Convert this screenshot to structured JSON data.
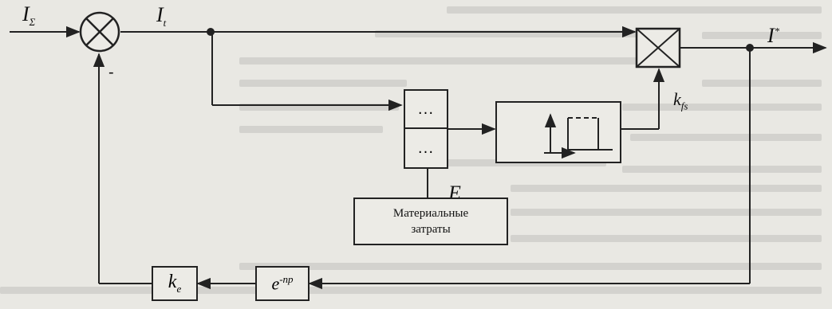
{
  "labels": {
    "input": "I",
    "input_sub": "Σ",
    "error": "I",
    "error_sub": "t",
    "output": "I",
    "output_sup": "*",
    "gain_fs": "k",
    "gain_fs_sub": "fs",
    "econ": "E",
    "minus": "-"
  },
  "blocks": {
    "mux_top": "...",
    "mux_bottom": "...",
    "material_costs": "Материальные затраты",
    "ke": "k",
    "ke_sub": "e",
    "delay": "e",
    "delay_sup": "-np"
  },
  "colors": {
    "ink": "#222222",
    "paper": "#e9e8e3"
  },
  "icons": {
    "summing_junction": "circle-cross-icon",
    "multiplier": "box-cross-icon",
    "switch": "step-switch-icon"
  }
}
